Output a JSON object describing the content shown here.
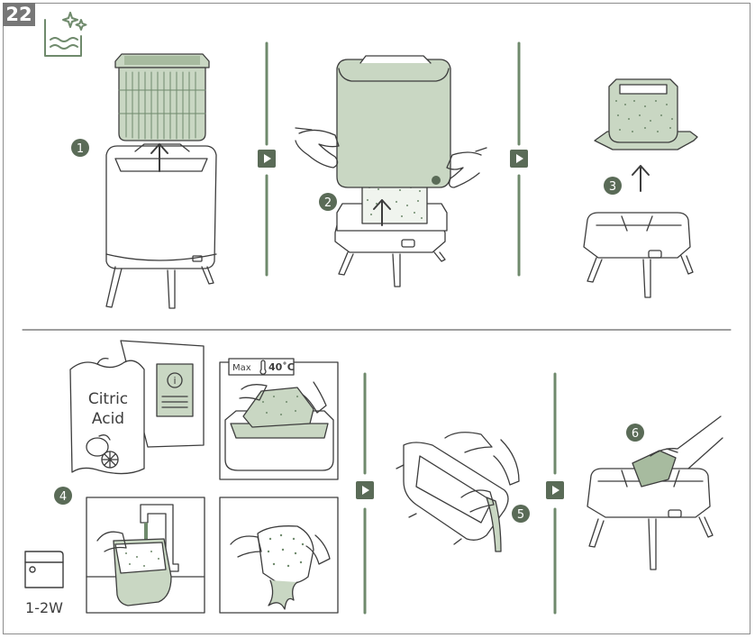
{
  "page_number": "22",
  "steps": [
    "1",
    "2",
    "3",
    "4",
    "5",
    "6"
  ],
  "acid_bag": {
    "line1": "Citric",
    "line2": "Acid"
  },
  "info_icon_letter": "i",
  "temperature": {
    "max_label": "Max",
    "value": "40˚C"
  },
  "frequency": "1-2W",
  "icons": [
    "cleaning-water-sparkle-icon",
    "thermometer-icon",
    "washing-machine-icon",
    "next-arrow-icon",
    "up-arrow-icon",
    "lemon-icon"
  ],
  "colors": {
    "accent": "#6f8a6c",
    "fill": "#c9d7c3",
    "fill_dark": "#a7bb9f",
    "line": "#3d3d3d",
    "badge": "#5a6b57",
    "tab": "#777777"
  }
}
